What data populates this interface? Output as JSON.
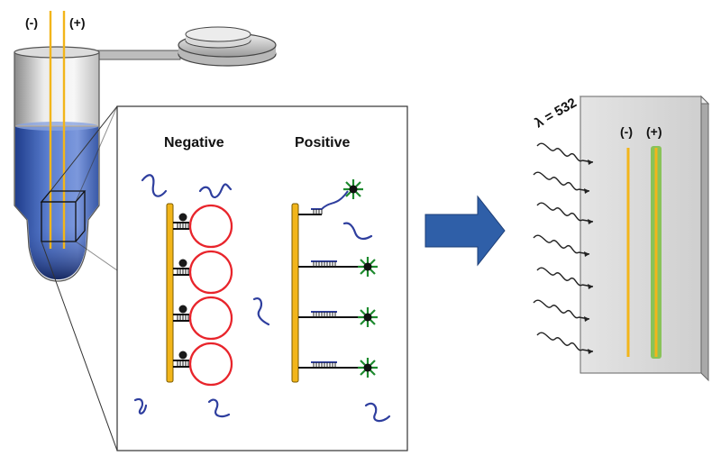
{
  "tube": {
    "minus_label": "(-)",
    "plus_label": "(+)"
  },
  "inset": {
    "negative_label": "Negative",
    "positive_label": "Positive"
  },
  "slide": {
    "wavelength_label": "λ = 532",
    "minus_label": "(-)",
    "plus_label": "(+)"
  },
  "colors": {
    "wire": "#F2B51A",
    "hairpin": "#E8242B",
    "strand": "#2E3E9E",
    "fluorophore": "#1E8A2E",
    "arrow": "#2F5FA8",
    "solution": "#4F74C8",
    "glow": "#7BC043"
  }
}
